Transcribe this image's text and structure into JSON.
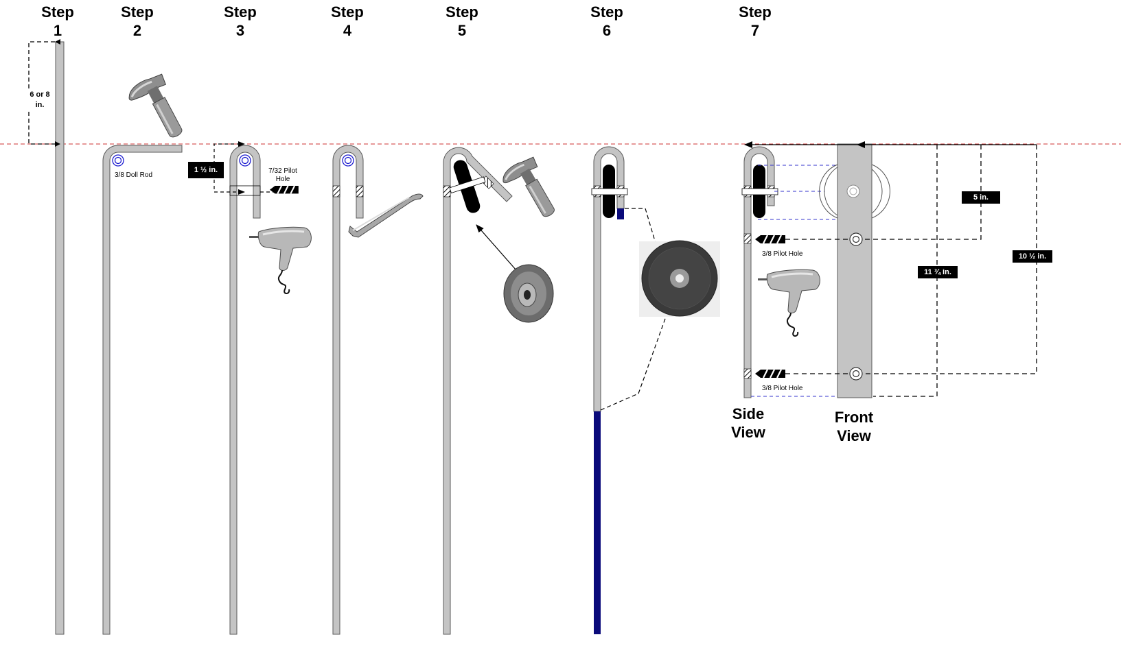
{
  "steps": [
    {
      "label": "Step\n1"
    },
    {
      "label": "Step\n2"
    },
    {
      "label": "Step\n3"
    },
    {
      "label": "Step\n4"
    },
    {
      "label": "Step\n5"
    },
    {
      "label": "Step\n6"
    },
    {
      "label": "Step\n7"
    }
  ],
  "annotations": {
    "step1_length": "6 or 8\nin.",
    "doll_rod": "3/8 Doll Rod",
    "bend_length": "1 ½ in.",
    "pilot_hole_small": "7/32  Pilot\nHole",
    "pilot_hole_top": "3/8 Pilot Hole",
    "pilot_hole_bottom": "3/8 Pilot Hole",
    "dim_5": "5 in.",
    "dim_11_75": "11 ¾ in.",
    "dim_10_5": "10 ½ in."
  },
  "views": {
    "side": "Side\nView",
    "front": "Front\nView"
  },
  "icons": [
    "hammer-icon",
    "drill-icon",
    "pry-bar-icon",
    "pulley-wheel-icon",
    "cutting-disc-icon",
    "drill-bit-icon"
  ],
  "colors": {
    "rod": "#c4c4c4",
    "rod_outline": "#5a5a5a",
    "reference_line": "#cc3333",
    "cut_section": "#0a0a7a",
    "hole_ring": "#1a1ad0",
    "projection": "#3333cc"
  }
}
